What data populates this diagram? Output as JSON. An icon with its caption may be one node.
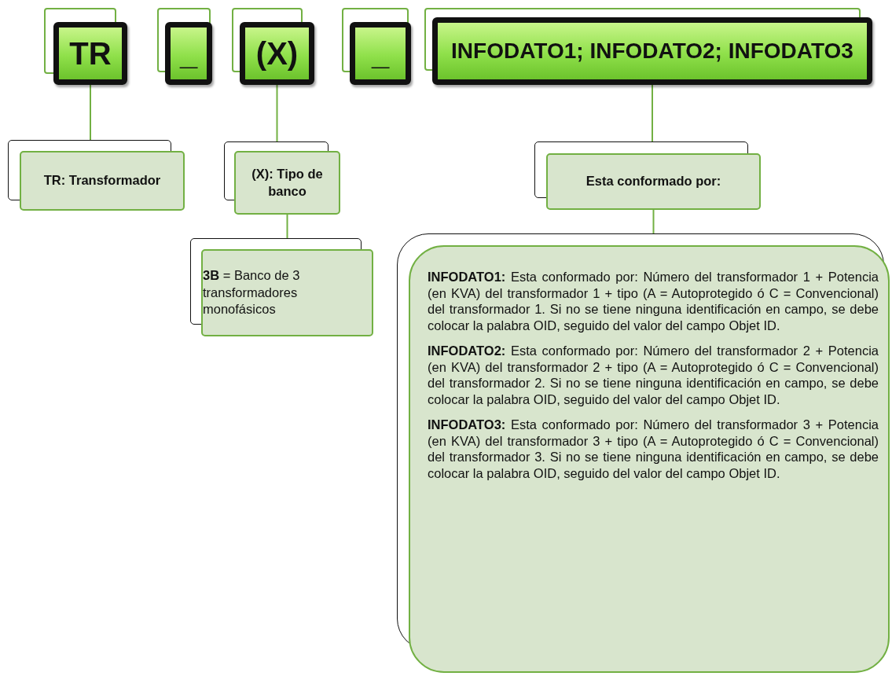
{
  "diagram": {
    "nodes": [
      {
        "text": [
          "TR"
        ]
      },
      {
        "text": [
          "_"
        ]
      },
      {
        "text": [
          "(X)"
        ]
      },
      {
        "text": [
          "_"
        ]
      },
      {
        "text": [
          "INFODATO1; INFODATO2; INFODATO3"
        ]
      },
      {
        "text": [
          "TR: Transformador"
        ]
      },
      {
        "text": [
          "(X): Tipo de banco"
        ]
      },
      {
        "text": [
          "**3B** = Banco de 3 transformadores monofásicos"
        ]
      },
      {
        "text": [
          "Esta conformado por:"
        ]
      },
      {
        "text": [
          "**INFODATO1:** Esta conformado por: Número del transformador 1 + Potencia (en KVA) del transformador 1 + tipo (A = Autoprotegido ó C = Convencional) del transformador 1. Si no se tiene ninguna identificación en campo, se debe colocar la palabra OID, seguido del valor del campo Objet ID.",
          "**INFODATO2:** Esta conformado por: Número del transformador 2 + Potencia (en KVA) del transformador 2 + tipo (A = Autoprotegido ó C = Convencional) del transformador 2. Si no se tiene ninguna identificación en campo, se debe colocar la palabra OID, seguido del valor del campo Objet ID.",
          "**INFODATO3:** Esta conformado por: Número del transformador 3 + Potencia (en KVA) del transformador 3 + tipo (A = Autoprotegido ó C = Convencional) del transformador 3. Si no se tiene ninguna identificación en campo, se debe colocar la palabra OID, seguido del valor del campo Objet ID."
        ]
      }
    ],
    "edges": [
      {
        "from": 0,
        "to": 5,
        "arrow": "none"
      },
      {
        "from": 2,
        "to": 6,
        "arrow": "none"
      },
      {
        "from": 6,
        "to": 7,
        "arrow": "none"
      },
      {
        "from": 4,
        "to": 8,
        "arrow": "none"
      },
      {
        "from": 8,
        "to": 9,
        "arrow": "none"
      }
    ]
  }
}
